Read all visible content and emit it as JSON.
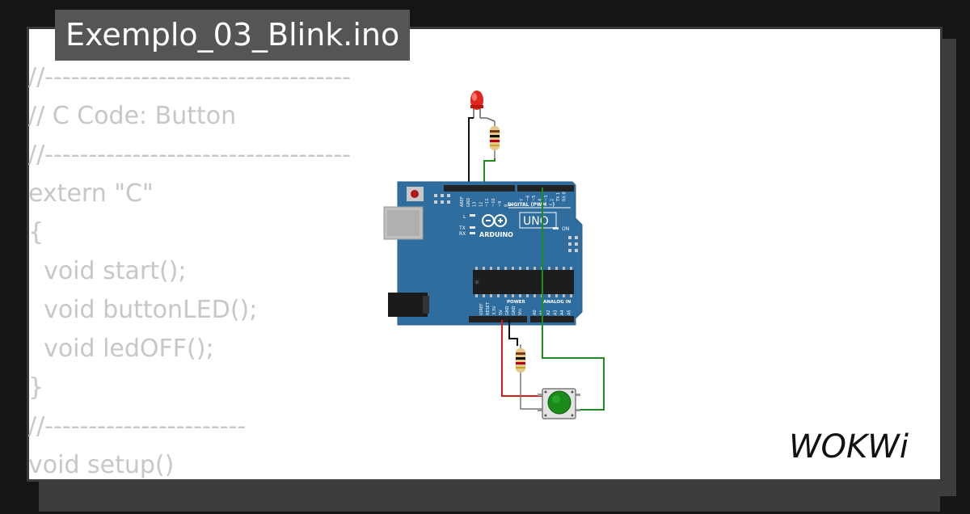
{
  "file_title": "Exemplo_03_Blink.ino",
  "code_lines": [
    "//-----------------------------------",
    "// C Code: Button",
    "//-----------------------------------",
    "extern \"C\"",
    "{",
    "  void start();",
    "  void buttonLED();",
    "  void ledOFF();",
    "}",
    "//-----------------------",
    "void setup()"
  ],
  "board": {
    "model": "UNO",
    "brand": "ARDUINO",
    "digital_header": "DIGITAL (PWM ~)",
    "power_label": "POWER",
    "analog_label": "ANALOG IN",
    "on_label": "ON",
    "tx_label": "TX",
    "rx_label": "RX",
    "l_label": "L",
    "pins_top": [
      "AREF",
      "GND",
      "13",
      "12",
      "~11",
      "~10",
      "~9",
      "8",
      "7",
      "~6",
      "~5",
      "4",
      "~3",
      "2",
      "TX 1",
      "RX 0"
    ],
    "pins_power": [
      "IOREF",
      "RESET",
      "3.3V",
      "5V",
      "GND",
      "GND",
      "Vin"
    ],
    "pins_analog": [
      "A0",
      "A1",
      "A2",
      "A3",
      "A4",
      "A5"
    ]
  },
  "components": {
    "led_color": "#e0261f",
    "button_color": "#1a8a1a"
  },
  "wire_colors": {
    "black": "#111111",
    "green": "#1f8a1f",
    "red": "#d91c1c"
  },
  "colors": {
    "board": "#2f6d9e",
    "card": "#ffffff",
    "code_text": "#c7c7c7",
    "title_bg": "#555555"
  },
  "logo_text": "WOKWi"
}
